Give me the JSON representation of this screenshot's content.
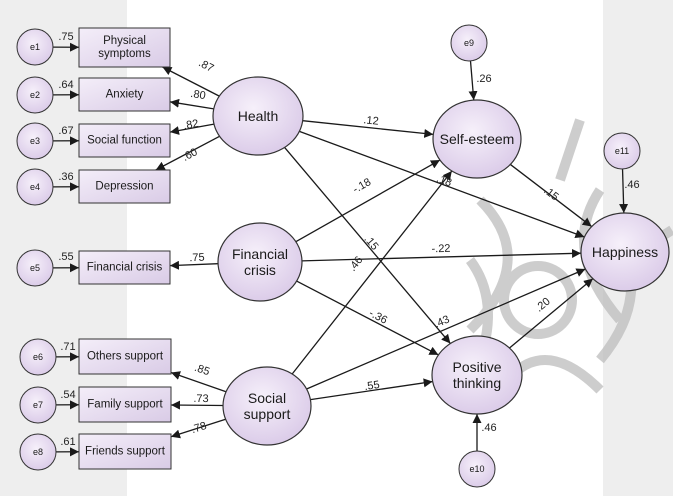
{
  "colors": {
    "node_fill": "#e8ddf0",
    "node_stroke": "#333333",
    "edge": "#1a1a1a",
    "backdrop": "#eeeeee",
    "watermark": "#bdbdbd"
  },
  "diagram": {
    "errors": [
      {
        "id": "e1",
        "label": "e1",
        "loading": ".75"
      },
      {
        "id": "e2",
        "label": "e2",
        "loading": ".64"
      },
      {
        "id": "e3",
        "label": "e3",
        "loading": ".67"
      },
      {
        "id": "e4",
        "label": "e4",
        "loading": ".36"
      },
      {
        "id": "e5",
        "label": "e5",
        "loading": ".55"
      },
      {
        "id": "e6",
        "label": "e6",
        "loading": ".71"
      },
      {
        "id": "e7",
        "label": "e7",
        "loading": ".54"
      },
      {
        "id": "e8",
        "label": "e8",
        "loading": ".61"
      },
      {
        "id": "e9",
        "label": "e9",
        "loading": ".26"
      },
      {
        "id": "e10",
        "label": "e10",
        "loading": ".46"
      },
      {
        "id": "e11",
        "label": "e11",
        "loading": ".46"
      }
    ],
    "indicators": [
      {
        "id": "physical",
        "lines": [
          "Physical",
          "symptoms"
        ]
      },
      {
        "id": "anxiety",
        "lines": [
          "Anxiety"
        ]
      },
      {
        "id": "social-function",
        "lines": [
          "Social function"
        ]
      },
      {
        "id": "depression",
        "lines": [
          "Depression"
        ]
      },
      {
        "id": "fin-indicator",
        "lines": [
          "Financial crisis"
        ]
      },
      {
        "id": "others",
        "lines": [
          "Others support"
        ]
      },
      {
        "id": "family",
        "lines": [
          "Family support"
        ]
      },
      {
        "id": "friends",
        "lines": [
          "Friends support"
        ]
      }
    ],
    "latents": [
      {
        "id": "health",
        "lines": [
          "Health"
        ]
      },
      {
        "id": "financial",
        "lines": [
          "Financial",
          "crisis"
        ]
      },
      {
        "id": "social",
        "lines": [
          "Social",
          "support"
        ]
      },
      {
        "id": "self-esteem",
        "lines": [
          "Self-esteem"
        ]
      },
      {
        "id": "positive",
        "lines": [
          "Positive",
          "thinking"
        ]
      },
      {
        "id": "happiness",
        "lines": [
          "Happiness"
        ]
      }
    ],
    "paths": [
      {
        "from": "health",
        "to": "physical",
        "coef": ".87"
      },
      {
        "from": "health",
        "to": "anxiety",
        "coef": ".80"
      },
      {
        "from": "health",
        "to": "social-function",
        "coef": ".82"
      },
      {
        "from": "health",
        "to": "depression",
        "coef": ".60"
      },
      {
        "from": "financial",
        "to": "fin-indicator",
        "coef": ".75"
      },
      {
        "from": "social",
        "to": "others",
        "coef": ".85"
      },
      {
        "from": "social",
        "to": "family",
        "coef": ".73"
      },
      {
        "from": "social",
        "to": "friends",
        "coef": ".78"
      },
      {
        "from": "health",
        "to": "self-esteem",
        "coef": ".12"
      },
      {
        "from": "health",
        "to": "happiness",
        "coef": ".18"
      },
      {
        "from": "health",
        "to": "positive",
        "coef": ".15"
      },
      {
        "from": "financial",
        "to": "self-esteem",
        "coef": "-.18"
      },
      {
        "from": "financial",
        "to": "happiness",
        "coef": "-.22"
      },
      {
        "from": "financial",
        "to": "positive",
        "coef": "-.36"
      },
      {
        "from": "social",
        "to": "self-esteem",
        "coef": ".46"
      },
      {
        "from": "social",
        "to": "happiness",
        "coef": ".43"
      },
      {
        "from": "social",
        "to": "positive",
        "coef": ".55"
      },
      {
        "from": "self-esteem",
        "to": "happiness",
        "coef": ".15"
      },
      {
        "from": "positive",
        "to": "happiness",
        "coef": ".20"
      }
    ]
  }
}
